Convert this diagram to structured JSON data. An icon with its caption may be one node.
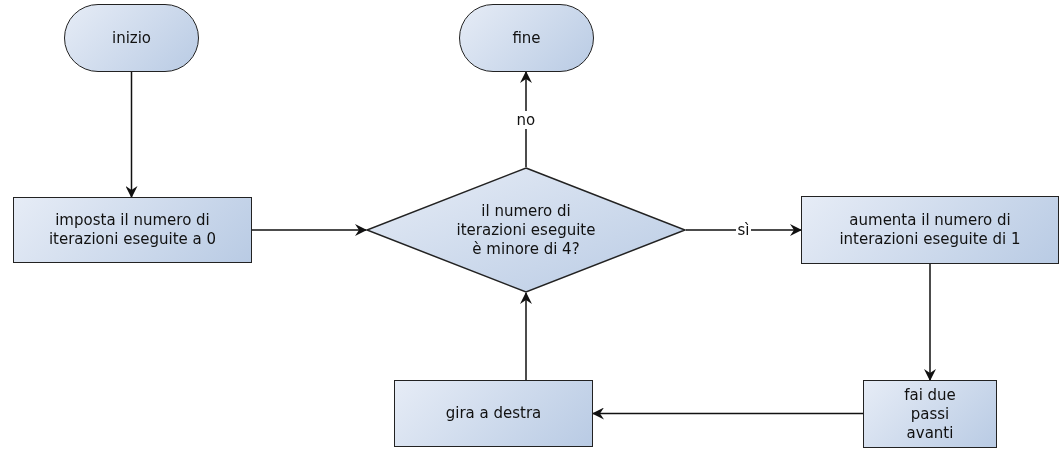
{
  "diagram": {
    "nodes": [
      {
        "text": [
          "inizio"
        ]
      },
      {
        "text": [
          "imposta il numero di iterazioni eseguite a 0"
        ]
      },
      {
        "text": [
          "fine"
        ]
      },
      {
        "text": [
          "il numero di iterazioni eseguite è minore di 4?"
        ]
      },
      {
        "text": [
          "aumenta il numero di interazioni eseguite di 1"
        ]
      },
      {
        "text": [
          "fai due passi avanti"
        ]
      },
      {
        "text": [
          "gira a destra"
        ]
      }
    ],
    "edges": [
      {
        "from": 0,
        "to": 1,
        "arrow": "to"
      },
      {
        "from": 1,
        "to": 3,
        "arrow": "to"
      },
      {
        "from": 3,
        "to": 2,
        "arrow": "to",
        "label": "no"
      },
      {
        "from": 3,
        "to": 4,
        "arrow": "to",
        "label": "sì"
      },
      {
        "from": 4,
        "to": 5,
        "arrow": "to"
      },
      {
        "from": 5,
        "to": 6,
        "arrow": "to"
      },
      {
        "from": 6,
        "to": 3,
        "arrow": "to"
      }
    ]
  }
}
